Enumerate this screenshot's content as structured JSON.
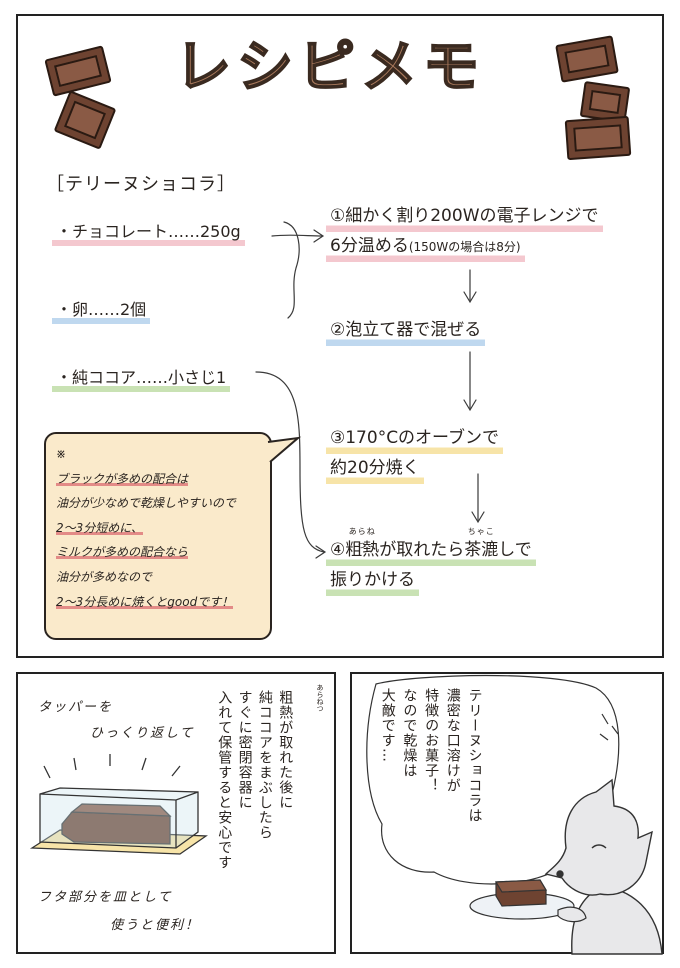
{
  "title": "レシピメモ",
  "recipe_name": "［テリーヌショコラ］",
  "ingredients": [
    "・チョコレート……250g",
    "・卵……2個",
    "・純ココア……小さじ1"
  ],
  "steps": {
    "s1_line1": "①細かく割り200Wの電子レンジで",
    "s1_line2": "6分温める",
    "s1_note": "(150Wの場合は8分)",
    "s2": "②泡立て器で混ぜる",
    "s3_line1": "③170°Cのオーブンで",
    "s3_line2": "約20分焼く",
    "s4_num": "④",
    "s4_a": "粗熱",
    "s4_a_ruby": "あらねつ",
    "s4_b": "が取れたら",
    "s4_c": "茶漉",
    "s4_c_ruby": "ちゃこ",
    "s4_d": "しで",
    "s4_line2": "振りかける"
  },
  "note": {
    "mark": "※",
    "lines": [
      "ブラックが多めの配合は",
      "油分が少なめで乾燥しやすいので",
      "2〜3分短めに、",
      "ミルクが多めの配合なら",
      "油分が多めなので",
      "2〜3分長めに焼くとgoodです！"
    ]
  },
  "bottom_left": {
    "hand_top_1": "タッパーを",
    "hand_top_2": "ひっくり返して",
    "hand_bottom_1": "フタ部分を皿として",
    "hand_bottom_2": "使うと便利！",
    "vertical_lines": [
      "粗熱が取れた後に",
      "純ココアをまぶしたら",
      "すぐに密閉容器に",
      "入れて保管すると安心です"
    ],
    "ruby": "あらねつ"
  },
  "bottom_right": {
    "bubble_lines": [
      "テリーヌショコラは",
      "濃密な口溶けが",
      "特徴のお菓子！",
      "なので乾燥は",
      "大敵です…"
    ]
  },
  "colors": {
    "title_fill": "#a9795c",
    "chocolate": "#6e4331",
    "pink": "#f4c8cf",
    "blue": "#bfd8ef",
    "green": "#c9e2b4",
    "yellow": "#f7e4a8",
    "note_bg": "#faeacb"
  }
}
